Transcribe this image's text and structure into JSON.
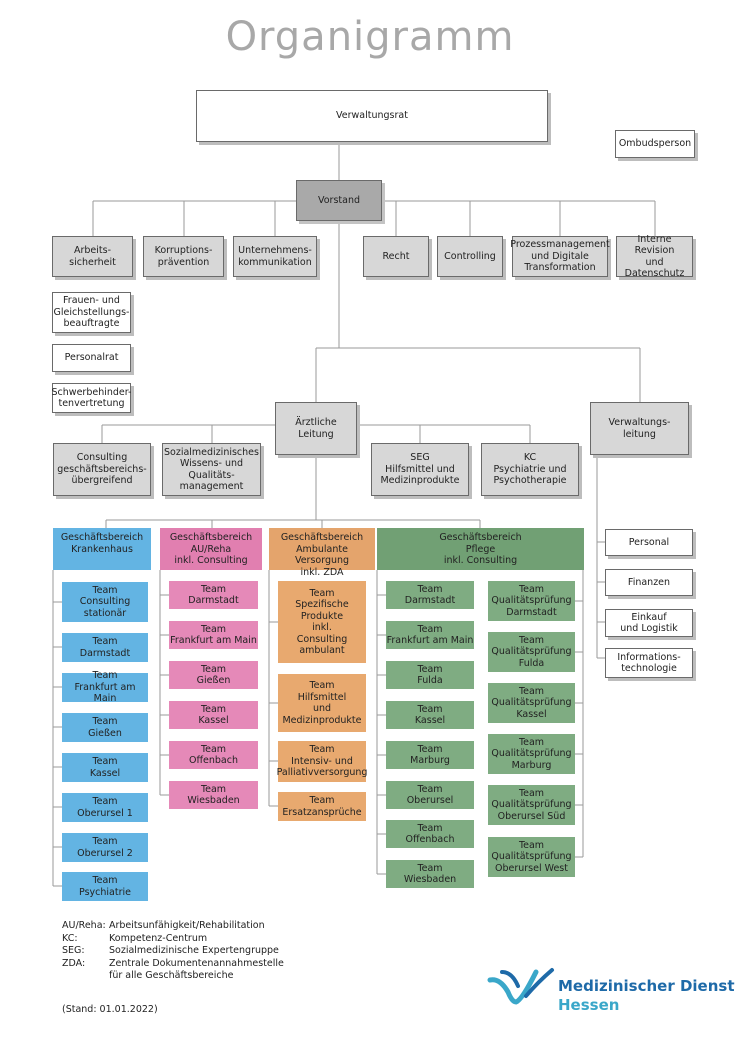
{
  "title": "Organigramm",
  "top": {
    "verwaltungsrat": "Verwaltungsrat",
    "ombudsperson": "Ombudsperson",
    "vorstand": "Vorstand"
  },
  "vorstand_units": [
    "Arbeits-\nsicherheit",
    "Korruptions-\nprävention",
    "Unternehmens-\nkommunikation",
    "Recht",
    "Controlling",
    "Prozessmanagement\nund Digitale\nTransformation",
    "Interne Revision\nund Datenschutz"
  ],
  "side_units": [
    "Frauen- und\nGleichstellungs-\nbeauftragte",
    "Personalrat",
    "Schwerbehinder-\ntenvertretung"
  ],
  "aerztliche_leitung": "Ärztliche\nLeitung",
  "verwaltungsleitung": "Verwaltungs-\nleitung",
  "aerztliche_units": [
    "Consulting\ngeschäftsbereichs-\nübergreifend",
    "Sozialmedizinisches\nWissens- und Qualitäts-\nmanagement",
    "SEG\nHilfsmittel und\nMedizinprodukte",
    "KC\nPsychiatrie und\nPsychotherapie"
  ],
  "verwaltung_units": [
    "Personal",
    "Finanzen",
    "Einkauf\nund Logistik",
    "Informations-\ntechnologie"
  ],
  "gb_krankenhaus": {
    "header": "Geschäftsbereich\nKrankenhaus",
    "teams": [
      "Team\nConsulting\nstationär",
      "Team\nDarmstadt",
      "Team\nFrankfurt am Main",
      "Team\nGießen",
      "Team\nKassel",
      "Team\nOberursel 1",
      "Team\nOberursel 2",
      "Team\nPsychiatrie"
    ]
  },
  "gb_aureha": {
    "header": "Geschäftsbereich\nAU/Reha\ninkl. Consulting",
    "teams": [
      "Team\nDarmstadt",
      "Team\nFrankfurt am Main",
      "Team\nGießen",
      "Team\nKassel",
      "Team\nOffenbach",
      "Team\nWiesbaden"
    ]
  },
  "gb_ambulant": {
    "header": "Geschäftsbereich\nAmbulante Versorgung\ninkl. ZDA",
    "teams": [
      "Team\nSpezifische\nProdukte\ninkl.\nConsulting\nambulant",
      "Team\nHilfsmittel\nund\nMedizinprodukte",
      "Team\nIntensiv- und\nPalliativversorgung",
      "Team\nErsatzansprüche"
    ]
  },
  "gb_pflege": {
    "header": "Geschäftsbereich\nPflege\ninkl. Consulting",
    "teams_left": [
      "Team\nDarmstadt",
      "Team\nFrankfurt am Main",
      "Team\nFulda",
      "Team\nKassel",
      "Team\nMarburg",
      "Team\nOberursel",
      "Team\nOffenbach",
      "Team\nWiesbaden"
    ],
    "teams_right": [
      "Team\nQualitätsprüfung\nDarmstadt",
      "Team\nQualitätsprüfung\nFulda",
      "Team\nQualitätsprüfung\nKassel",
      "Team\nQualitätsprüfung\nMarburg",
      "Team\nQualitätsprüfung\nOberursel Süd",
      "Team\nQualitätsprüfung\nOberursel West"
    ]
  },
  "legend": [
    {
      "abbr": "AU/Reha:",
      "text": "Arbeitsunfähigkeit/Rehabilitation"
    },
    {
      "abbr": "KC:",
      "text": "Kompetenz-Centrum"
    },
    {
      "abbr": "SEG:",
      "text": "Sozialmedizinische Expertengruppe"
    },
    {
      "abbr": "ZDA:",
      "text": "Zentrale Dokumentenannahmestelle"
    },
    {
      "abbr": "",
      "text": "für alle Geschäftsbereiche"
    }
  ],
  "stand": "(Stand: 01.01.2022)",
  "logo": {
    "line1": "Medizinischer Dienst",
    "line2": "Hessen",
    "color_dark": "#1e6aa8",
    "color_light": "#3aa7c9"
  },
  "colors": {
    "krankenhaus": "#63b4e3",
    "aureha": "#e589b8",
    "ambulant": "#e8a96f",
    "pflege": "#7fac82",
    "grey": "#d7d7d7",
    "dark_grey": "#a9a9a9"
  }
}
